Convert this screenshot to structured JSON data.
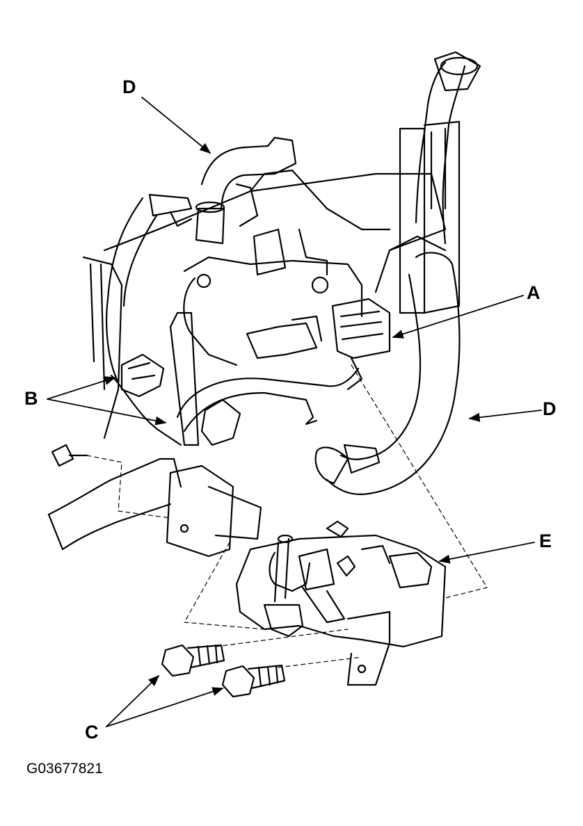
{
  "diagram": {
    "callouts": {
      "a": "A",
      "b": "B",
      "c": "C",
      "d_top": "D",
      "d_right": "D",
      "e": "E"
    },
    "figure_id": "G03677821",
    "colors": {
      "line": "#000000",
      "background": "#ffffff"
    }
  }
}
